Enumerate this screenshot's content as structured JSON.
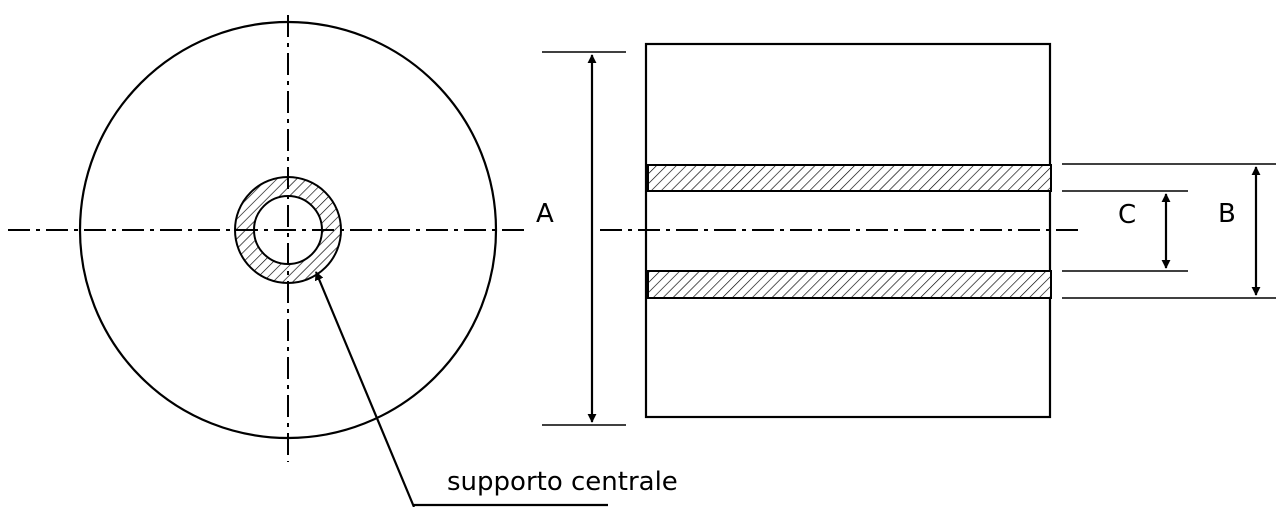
{
  "labels": {
    "a": "A",
    "b": "B",
    "c": "C",
    "core_label": "supporto centrale"
  },
  "colors": {
    "ink": "#000000",
    "background": "#ffffff"
  }
}
